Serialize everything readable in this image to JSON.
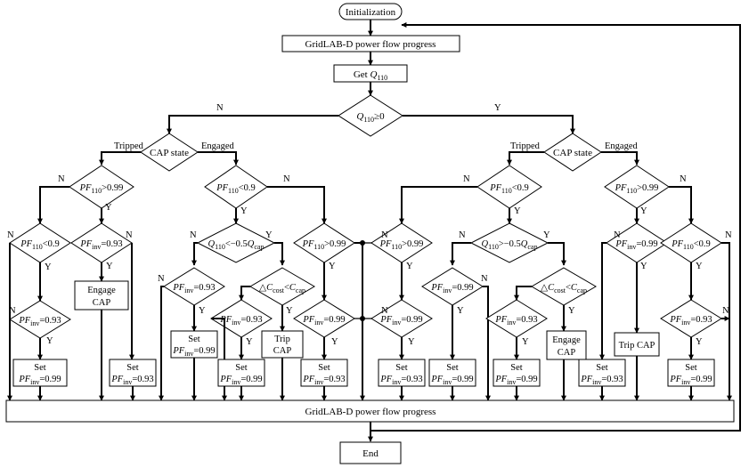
{
  "start": {
    "label": "Initialization"
  },
  "steps": {
    "power_flow_top": "GridLAB-D power flow progress",
    "power_flow_bottom": "GridLAB-D power flow progress",
    "end": "End"
  },
  "get_q": {
    "prefix": "Get ",
    "var": "Q",
    "sub": "110"
  },
  "q_decision": {
    "var": "Q",
    "sub": "110",
    "rest": "≥0"
  },
  "branch": {
    "yes": "Y",
    "no": "N",
    "tripped": "Tripped",
    "engaged": "Engaged"
  },
  "cap_state": "CAP state",
  "pf": {
    "var": "PF",
    "sub110": "110",
    "subinv": "inv"
  },
  "conds": {
    "lt09": "<0.9",
    "gt099": ">0.99",
    "eq093": "=0.93",
    "eq099": "=0.99"
  },
  "q_cmp": {
    "neg": "<−0.5",
    "pos": ">−0.5",
    "qcap": "Q",
    "cap_sub": "cap"
  },
  "cost": {
    "delta": "△",
    "c": "C",
    "cost_sub": "cost",
    "lt": "<",
    "cap_sub": "cap"
  },
  "actions": {
    "set": "Set",
    "engage": "Engage",
    "trip": "Trip",
    "cap": "CAP",
    "trip_cap": "Trip CAP"
  }
}
